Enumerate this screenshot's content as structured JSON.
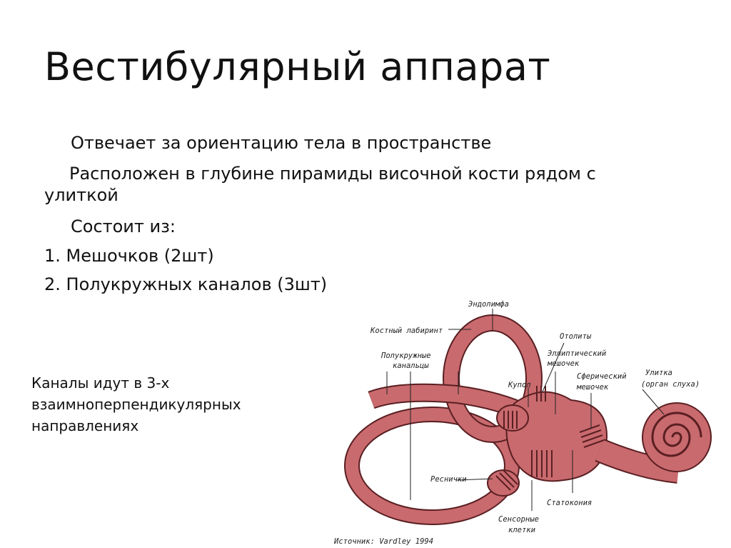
{
  "title": "Вестибулярный аппарат",
  "paragraphs": {
    "p1": "Отвечает за ориентацию тела в пространстве",
    "p2_line1": "Расположен в глубине пирамиды височной кости рядом с",
    "p2_line2": "улиткой",
    "p3": "Состоит из:",
    "item1": "1. Мешочков (2шт)",
    "item2": "2. Полукружных каналов (3шт)"
  },
  "side_note": {
    "line1": "Каналы идут в 3-х",
    "line2": "взаимноперпендикулярных",
    "line3": "направлениях"
  },
  "diagram": {
    "labels": {
      "endolymph": "Эндолимфа",
      "bony_labyrinth": "Костный лабиринт",
      "canals_1": "Полукружные",
      "canals_2": "канальцы",
      "otoliths": "Отолиты",
      "elliptic_1": "Эллиптический",
      "elliptic_2": "мешочек",
      "spherical_1": "Сферический",
      "spherical_2": "мешочек",
      "cochlea_1": "Улитка",
      "cochlea_2": "(орган слуха)",
      "cupula": "Купол",
      "cilia": "Реснички",
      "statoconia": "Статокония",
      "sensory_1": "Сенсорные",
      "sensory_2": "клетки",
      "source": "Источник: Vardley 1994"
    },
    "colors": {
      "fill": "#c96a6e",
      "outline": "#5a1f22",
      "lumen": "#d98d90"
    }
  }
}
